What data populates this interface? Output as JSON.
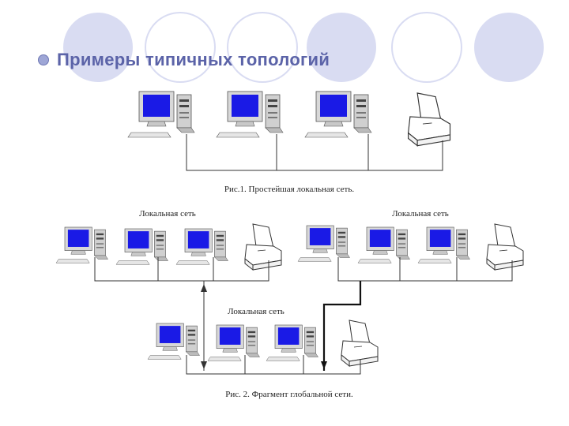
{
  "slide": {
    "title": "Примеры типичных топологий"
  },
  "figure1": {
    "caption": "Рис.1. Простейшая локальная сеть."
  },
  "figure2": {
    "caption": "Рис. 2. Фрагмент глобальной сети.",
    "lan_left_label": "Локальная сеть",
    "lan_right_label": "Локальная сеть",
    "lan_bottom_label": "Локальная сеть"
  },
  "colors": {
    "title": "#5b63a8",
    "decor_circle": "#d9dcf2",
    "screen": "#1a1ae6"
  }
}
